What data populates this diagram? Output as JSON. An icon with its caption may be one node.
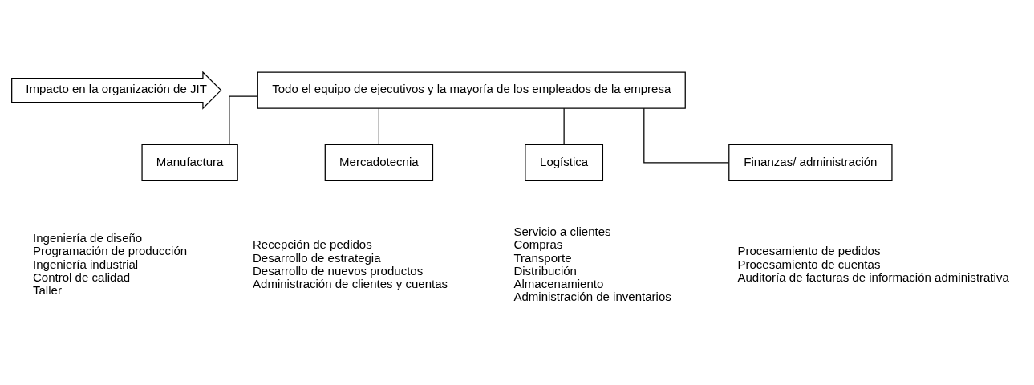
{
  "diagram": {
    "nodes": [
      {
        "text": [
          "Todo el equipo de ejecutivos y la mayoría de los empleados de la empresa"
        ]
      },
      {
        "text": [
          "Manufactura"
        ],
        "beside": [
          "Ingeniería de diseño",
          "Programación de producción",
          "Ingeniería industrial",
          "Control de calidad",
          "Taller"
        ]
      },
      {
        "text": [
          "Mercadotecnia"
        ],
        "beside": [
          "Recepción de pedidos",
          "Desarrollo de estrategia",
          "Desarrollo de nuevos productos",
          "Administración de clientes y cuentas"
        ]
      },
      {
        "text": [
          "Logística"
        ],
        "beside": [
          "Servicio a clientes",
          "Compras",
          "Transporte",
          "Distribución",
          "Almacenamiento",
          "Administración de inventarios"
        ]
      },
      {
        "text": [
          "Finanzas/ administración"
        ],
        "beside": [
          "Procesamiento de pedidos",
          "Procesamiento de cuentas",
          "Auditoría de facturas de información administrativa"
        ]
      },
      {
        "text": [
          "Impacto en la organización de JIT"
        ]
      }
    ],
    "edges": [
      {
        "from": 0,
        "to": 1,
        "arrow": "none"
      },
      {
        "from": 0,
        "to": 2,
        "arrow": "none"
      },
      {
        "from": 0,
        "to": 3,
        "arrow": "none"
      },
      {
        "from": 0,
        "to": 4,
        "arrow": "none"
      }
    ]
  }
}
